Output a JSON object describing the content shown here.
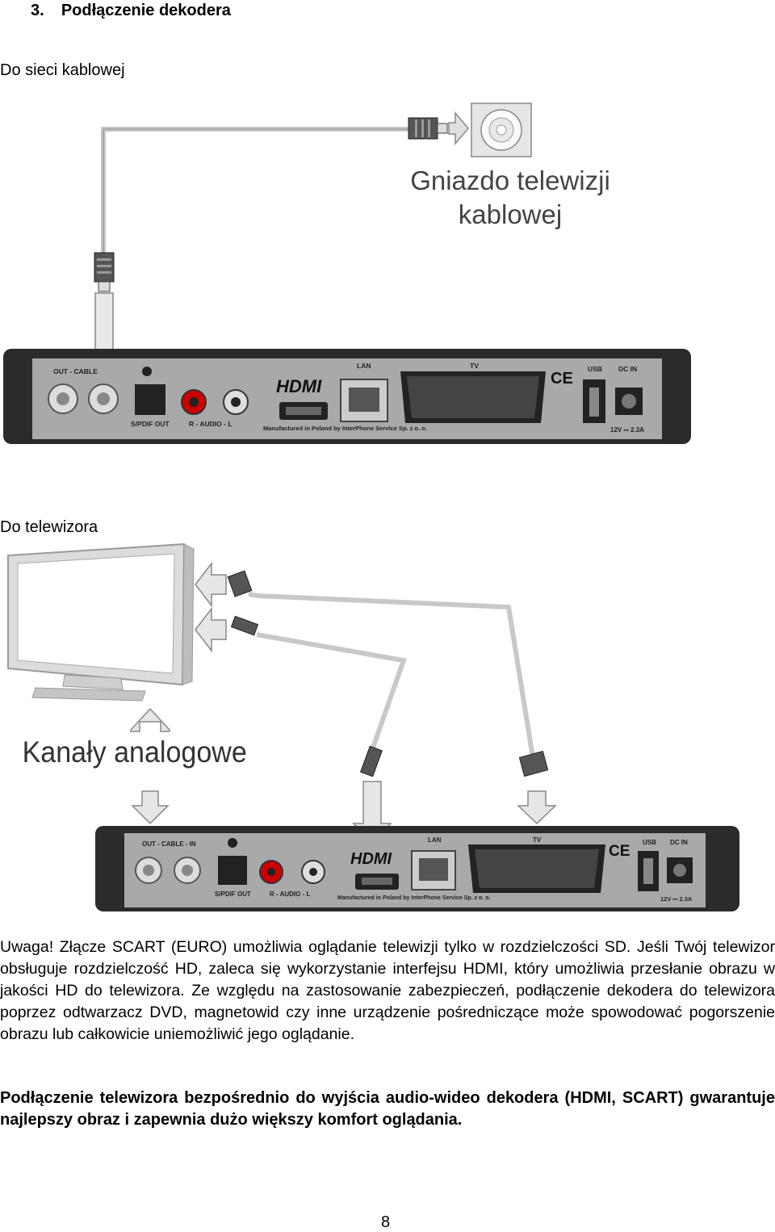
{
  "section": {
    "number": "3.",
    "title": "Podłączenie dekodera"
  },
  "figure1": {
    "caption": "Do sieci kablowej",
    "socket_label_line1": "Gniazdo telewizji",
    "socket_label_line2": "kablowej"
  },
  "figure2": {
    "caption": "Do telewizora",
    "analog_label": "Kanały analogowe"
  },
  "device_panel": {
    "out_cable": "OUT - CABLE",
    "out_cable_in": "OUT - CABLE - IN",
    "spdif": "S/PDIF OUT",
    "audio": "R - AUDIO - L",
    "hdmi": "HDMI",
    "manufacturer": "Manufactured in Poland by InterPhone Service Sp. z o. o.",
    "lan": "LAN",
    "tv": "TV",
    "ce": "CE",
    "usb": "USB",
    "dc_in": "DC IN",
    "power": "12V ⎓ 2.3A"
  },
  "paragraph1": "Uwaga! Złącze SCART (EURO) umożliwia oglądanie telewizji tylko w rozdzielczości SD. Jeśli Twój telewizor obsługuje rozdzielczość HD, zaleca się wykorzystanie interfejsu HDMI, który umożliwia przesłanie obrazu w jakości HD do telewizora. Ze względu na zastosowanie zabezpieczeń, podłączenie dekodera do telewizora poprzez odtwarzacz DVD, magnetowid czy inne urządzenie pośredniczące może spowodować pogorszenie obrazu lub całkowicie uniemożliwić jego oglądanie.",
  "paragraph2": "Podłączenie telewizora bezpośrednio do wyjścia audio-wideo dekodera (HDMI, SCART) gwarantuje najlepszy obraz i zapewnia dużo większy komfort oglądania.",
  "page_number": "8"
}
